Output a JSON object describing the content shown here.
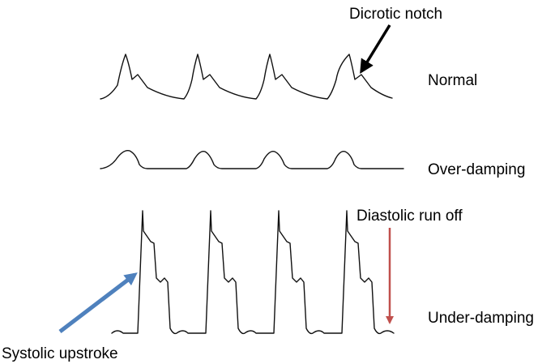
{
  "traces": [
    {
      "label": "Normal"
    },
    {
      "label": "Over-damping"
    },
    {
      "label": "Under-damping"
    }
  ],
  "annotations": {
    "dicrotic_notch": "Dicrotic notch",
    "diastolic_run_off": "Diastolic run off",
    "systolic_upstroke": "Systolic upstroke"
  },
  "colors": {
    "trace": "#111111",
    "dicrotic_arrow": "#000000",
    "diastolic_arrow": "#c0504d",
    "systolic_arrow": "#4f81bd"
  }
}
